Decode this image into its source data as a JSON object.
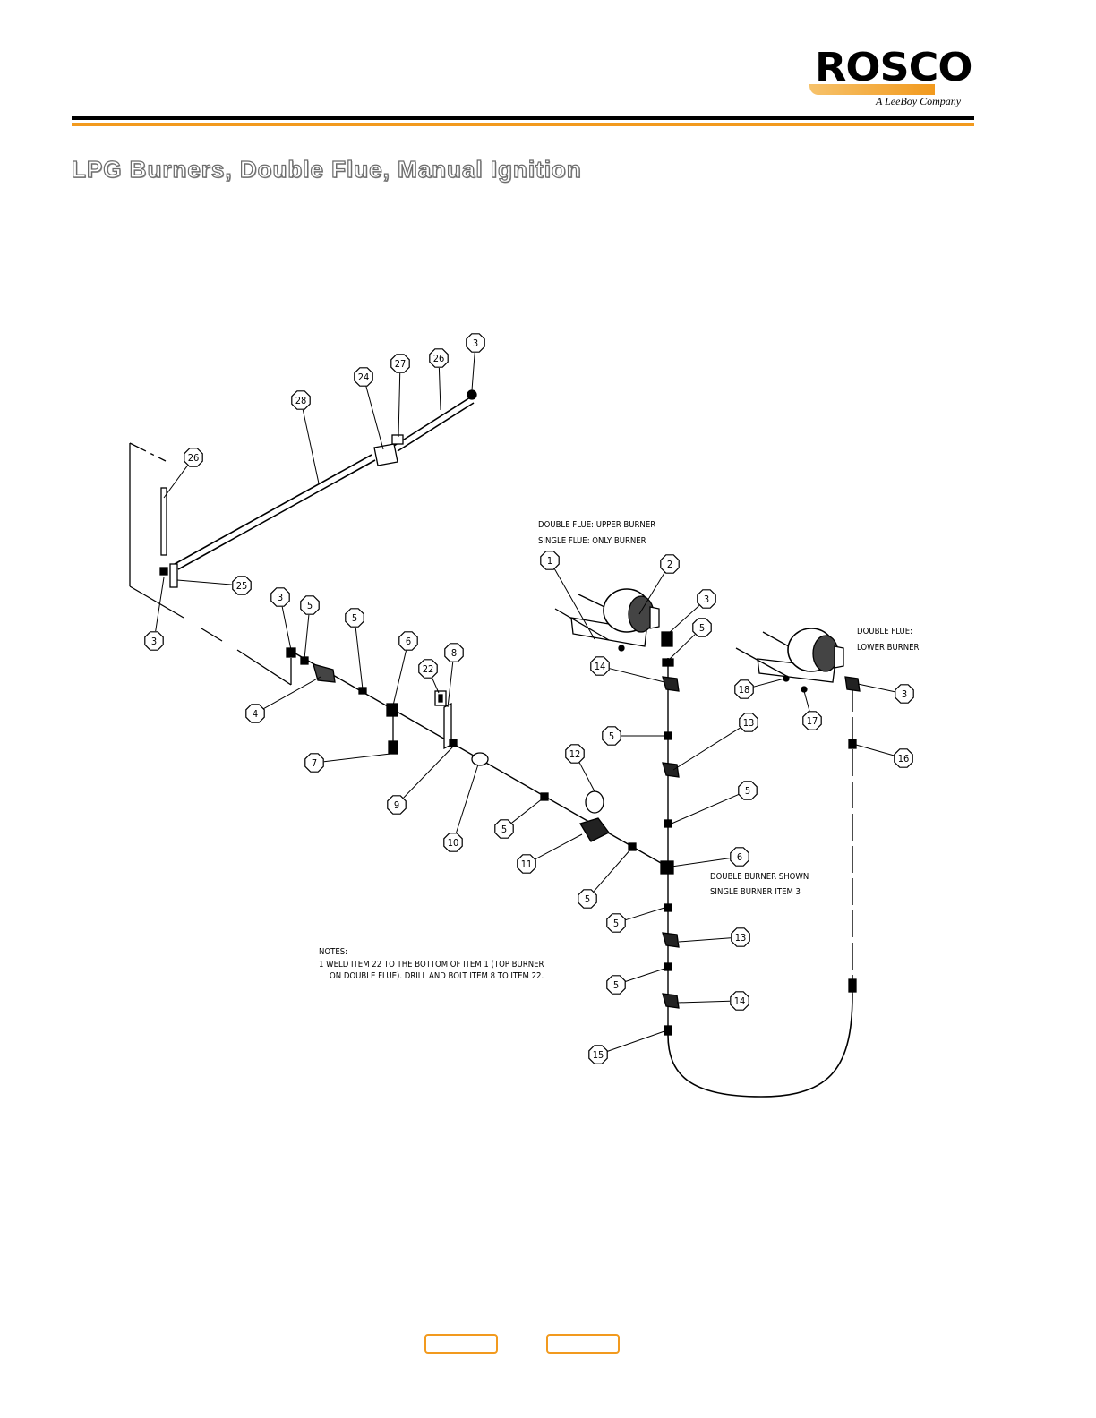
{
  "header": {
    "logo_text": "ROSCO",
    "logo_tagline": "A LeeBoy Company"
  },
  "page_title": "LPG Burners, Double Flue, Manual Ignition",
  "diagram": {
    "labels": {
      "upper_burner_line1": "DOUBLE FLUE: UPPER BURNER",
      "upper_burner_line2": "SINGLE FLUE: ONLY BURNER",
      "lower_burner_line1": "DOUBLE FLUE:",
      "lower_burner_line2": "LOWER BURNER",
      "double_burner_line1": "DOUBLE BURNER SHOWN",
      "double_burner_line2": "SINGLE BURNER ITEM 3"
    },
    "notes": {
      "heading": "NOTES:",
      "line1": "1 WELD ITEM 22 TO THE BOTTOM OF ITEM 1 (TOP BURNER",
      "line2": "ON DOUBLE FLUE). DRILL AND BOLT ITEM 8 TO ITEM 22."
    },
    "callouts": [
      "3",
      "27",
      "26",
      "24",
      "28",
      "26",
      "25",
      "3",
      "3",
      "5",
      "5",
      "6",
      "8",
      "22",
      "4",
      "7",
      "9",
      "10",
      "12",
      "5",
      "11",
      "5",
      "1",
      "2",
      "3",
      "5",
      "14",
      "5",
      "13",
      "5",
      "6",
      "5",
      "13",
      "5",
      "14",
      "15",
      "18",
      "17",
      "3",
      "16"
    ]
  },
  "nav": {
    "prev_label": "",
    "next_label": ""
  }
}
